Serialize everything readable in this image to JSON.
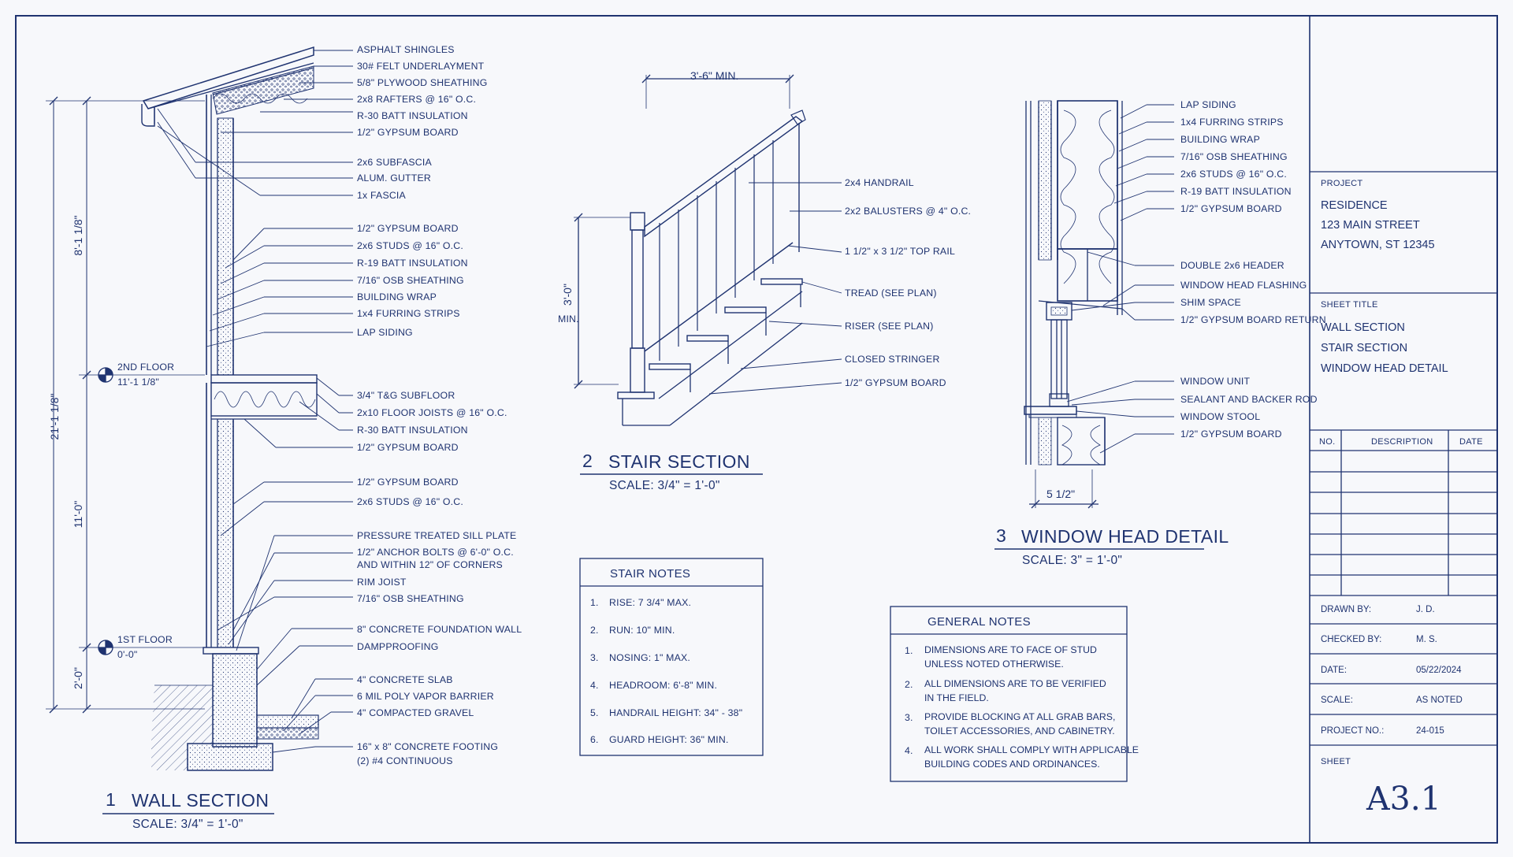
{
  "colors": {
    "ink": "#1f3370",
    "paper": "#f7f8fb"
  },
  "wall_section": {
    "number": "1",
    "title": "WALL SECTION",
    "scale": "SCALE:  3/4\" = 1'-0\"",
    "dimensions": {
      "overall": "21'-1 1/8\"",
      "upper": "8'-1 1/8\"",
      "middle": "11'-0\"",
      "lower": "2'-0\""
    },
    "levels": [
      {
        "name": "2ND FLOOR",
        "elev": "11'-1 1/8\""
      },
      {
        "name": "1ST FLOOR",
        "elev": "0'-0\""
      }
    ],
    "labels": [
      "ASPHALT SHINGLES",
      "30# FELT UNDERLAYMENT",
      "5/8\" PLYWOOD SHEATHING",
      "2x8 RAFTERS @ 16\" O.C.",
      "R-30 BATT INSULATION",
      "1/2\" GYPSUM BOARD",
      "2x6 SUBFASCIA",
      "ALUM. GUTTER",
      "1x FASCIA",
      "1/2\" GYPSUM BOARD",
      "2x6 STUDS @ 16\" O.C.",
      "R-19 BATT INSULATION",
      "7/16\" OSB SHEATHING",
      "BUILDING WRAP",
      "1x4 FURRING STRIPS",
      "LAP SIDING",
      "3/4\" T&G SUBFLOOR",
      "2x10 FLOOR JOISTS @ 16\" O.C.",
      "R-30 BATT INSULATION",
      "1/2\" GYPSUM BOARD",
      "1/2\" GYPSUM BOARD",
      "2x6 STUDS @ 16\" O.C.",
      "PRESSURE TREATED SILL PLATE",
      "1/2\" ANCHOR BOLTS @ 6'-0\" O.C.",
      "AND WITHIN 12\" OF CORNERS",
      "RIM JOIST",
      "7/16\" OSB SHEATHING",
      "8\" CONCRETE FOUNDATION WALL",
      "DAMPPROOFING",
      "4\" CONCRETE SLAB",
      "6 MIL POLY VAPOR BARRIER",
      "4\" COMPACTED GRAVEL",
      "16\" x 8\" CONCRETE FOOTING",
      "(2) #4 CONTINUOUS"
    ]
  },
  "stair_section": {
    "number": "2",
    "title": "STAIR SECTION",
    "scale": "SCALE:  3/4\" = 1'-0\"",
    "dim_top": "3'-6\" MIN.",
    "dim_side": "3'-0\"",
    "dim_side_min": "MIN.",
    "labels": [
      "2x4 HANDRAIL",
      "2x2 BALUSTERS @ 4\" O.C.",
      "1 1/2\" x 3 1/2\" TOP RAIL",
      "TREAD (SEE PLAN)",
      "RISER (SEE PLAN)",
      "CLOSED STRINGER",
      "1/2\" GYPSUM BOARD"
    ]
  },
  "window_detail": {
    "number": "3",
    "title": "WINDOW HEAD DETAIL",
    "scale": "SCALE:  3\" = 1'-0\"",
    "dim_bottom": "5 1/2\"",
    "labels": [
      "LAP SIDING",
      "1x4 FURRING STRIPS",
      "BUILDING WRAP",
      "7/16\" OSB SHEATHING",
      "2x6 STUDS @ 16\" O.C.",
      "R-19 BATT INSULATION",
      "1/2\" GYPSUM BOARD",
      "DOUBLE 2x6 HEADER",
      "WINDOW HEAD FLASHING",
      "SHIM SPACE",
      "1/2\" GYPSUM BOARD RETURN",
      "WINDOW UNIT",
      "SEALANT AND BACKER ROD",
      "WINDOW STOOL",
      "1/2\" GYPSUM BOARD"
    ]
  },
  "stair_notes": {
    "title": "STAIR NOTES",
    "items": [
      {
        "n": "1.",
        "text": "RISE:  7 3/4\" MAX."
      },
      {
        "n": "2.",
        "text": "RUN:  10\" MIN."
      },
      {
        "n": "3.",
        "text": "NOSING:  1\" MAX."
      },
      {
        "n": "4.",
        "text": "HEADROOM:  6'-8\" MIN."
      },
      {
        "n": "5.",
        "text": "HANDRAIL HEIGHT:  34\" - 38\""
      },
      {
        "n": "6.",
        "text": "GUARD HEIGHT:  36\" MIN."
      }
    ]
  },
  "general_notes": {
    "title": "GENERAL NOTES",
    "items": [
      {
        "n": "1.",
        "l1": "DIMENSIONS ARE TO FACE OF STUD",
        "l2": "UNLESS NOTED OTHERWISE."
      },
      {
        "n": "2.",
        "l1": "ALL DIMENSIONS ARE TO BE VERIFIED",
        "l2": "IN THE FIELD."
      },
      {
        "n": "3.",
        "l1": "PROVIDE BLOCKING AT ALL GRAB BARS,",
        "l2": "TOILET ACCESSORIES, AND CABINETRY."
      },
      {
        "n": "4.",
        "l1": "ALL WORK SHALL COMPLY WITH APPLICABLE",
        "l2": "BUILDING CODES AND ORDINANCES."
      }
    ]
  },
  "title_block": {
    "project_label": "PROJECT",
    "project_lines": [
      "RESIDENCE",
      "123 MAIN STREET",
      "ANYTOWN, ST 12345"
    ],
    "sheet_title_label": "SHEET TITLE",
    "sheet_title_lines": [
      "WALL SECTION",
      "STAIR SECTION",
      "WINDOW HEAD DETAIL"
    ],
    "revision_headers": {
      "no": "NO.",
      "description": "DESCRIPTION",
      "date": "DATE"
    },
    "fields": [
      {
        "label": "DRAWN BY:",
        "value": "J. D."
      },
      {
        "label": "CHECKED BY:",
        "value": "M. S."
      },
      {
        "label": "DATE:",
        "value": "05/22/2024"
      },
      {
        "label": "SCALE:",
        "value": "AS NOTED"
      },
      {
        "label": "PROJECT NO.:",
        "value": "24-015"
      }
    ],
    "sheet_label": "SHEET",
    "sheet_number": "A3.1"
  }
}
